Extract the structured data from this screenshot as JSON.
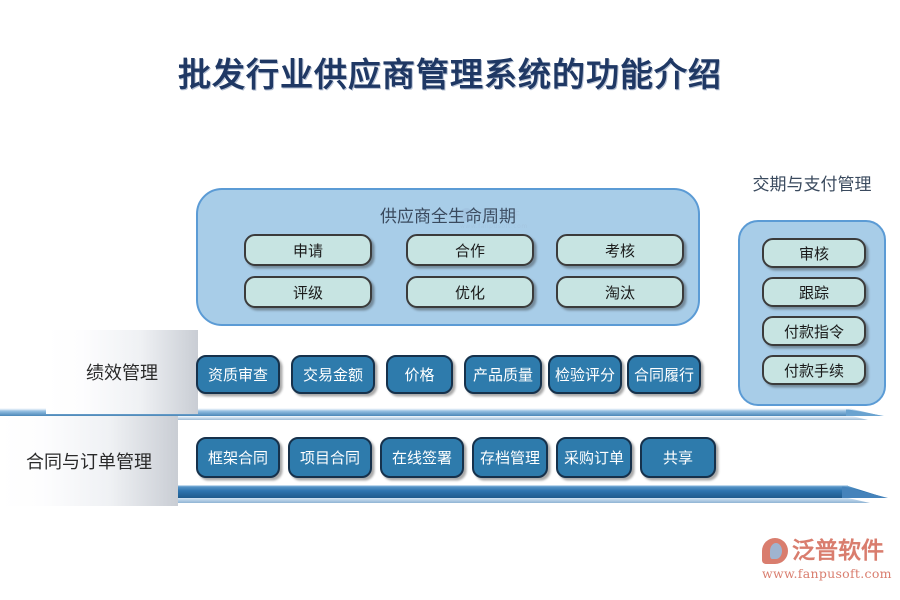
{
  "page": {
    "title": "批发行业供应商管理系统的功能介绍",
    "background_color": "#FFFFFF",
    "title_color": "#1F3864"
  },
  "lifecycle_panel": {
    "heading": "供应商全生命周期",
    "fill_color": "#A8CDE8",
    "border_color": "#5B9BD5",
    "chip_color": "#C7E4E2",
    "items": [
      {
        "label": "申请"
      },
      {
        "label": "合作"
      },
      {
        "label": "考核"
      },
      {
        "label": "评级"
      },
      {
        "label": "优化"
      },
      {
        "label": "淘汰"
      }
    ]
  },
  "payment_panel": {
    "heading": "交期与支付管理",
    "fill_color": "#A8CDE8",
    "border_color": "#5B9BD5",
    "chip_color": "#C7E4E2",
    "items": [
      {
        "label": "审核"
      },
      {
        "label": "跟踪"
      },
      {
        "label": "付款指令"
      },
      {
        "label": "付款手续"
      }
    ]
  },
  "performance_row": {
    "label": "绩效管理",
    "chip_color": "#2E7BAC",
    "chip_border_color": "#16314B",
    "items": [
      {
        "label": "资质审查"
      },
      {
        "label": "交易金额"
      },
      {
        "label": "价格"
      },
      {
        "label": "产品质量"
      },
      {
        "label": "检验评分"
      },
      {
        "label": "合同履行"
      }
    ]
  },
  "contract_row": {
    "label": "合同与订单管理",
    "chip_color": "#2E7BAC",
    "chip_border_color": "#16314B",
    "items": [
      {
        "label": "框架合同"
      },
      {
        "label": "项目合同"
      },
      {
        "label": "在线签署"
      },
      {
        "label": "存档管理"
      },
      {
        "label": "采购订单"
      },
      {
        "label": "共享"
      }
    ]
  },
  "ribbons": [
    {
      "name": "upper-arrow-band",
      "color_light": "#BFD8EE",
      "color_mid": "#79AFD9",
      "color_dark": "#3C78A8"
    },
    {
      "name": "lower-arrow-band",
      "color_light": "#9CC3E2",
      "color_mid": "#2E73AE",
      "color_dark": "#1B4F7E"
    }
  ],
  "watermark": {
    "name": "泛普软件",
    "url": "www.fanpusoft.com"
  },
  "brand": {
    "name": "泛普软件",
    "url": "www.fanpusoft.com",
    "color": "#D97D6E"
  }
}
